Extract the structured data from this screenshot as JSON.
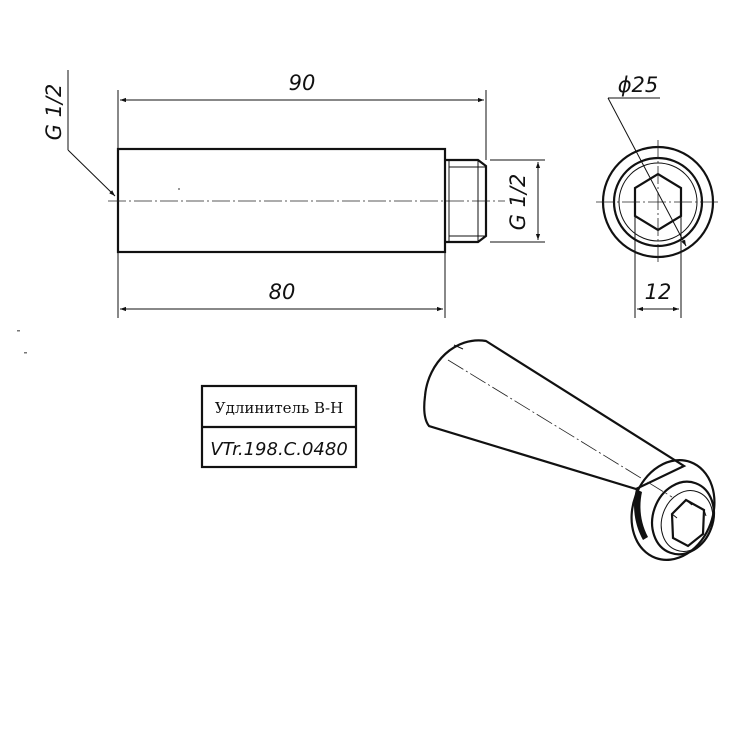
{
  "drawing": {
    "dimensions": {
      "overall_length": "90",
      "body_length": "80",
      "thread_left": "G 1/2",
      "thread_right": "G 1/2",
      "diameter": "ϕ25",
      "hex_size": "12"
    },
    "title_block": {
      "name": "Удлинитель В-Н",
      "code": "VTr.198.C.0480"
    }
  }
}
